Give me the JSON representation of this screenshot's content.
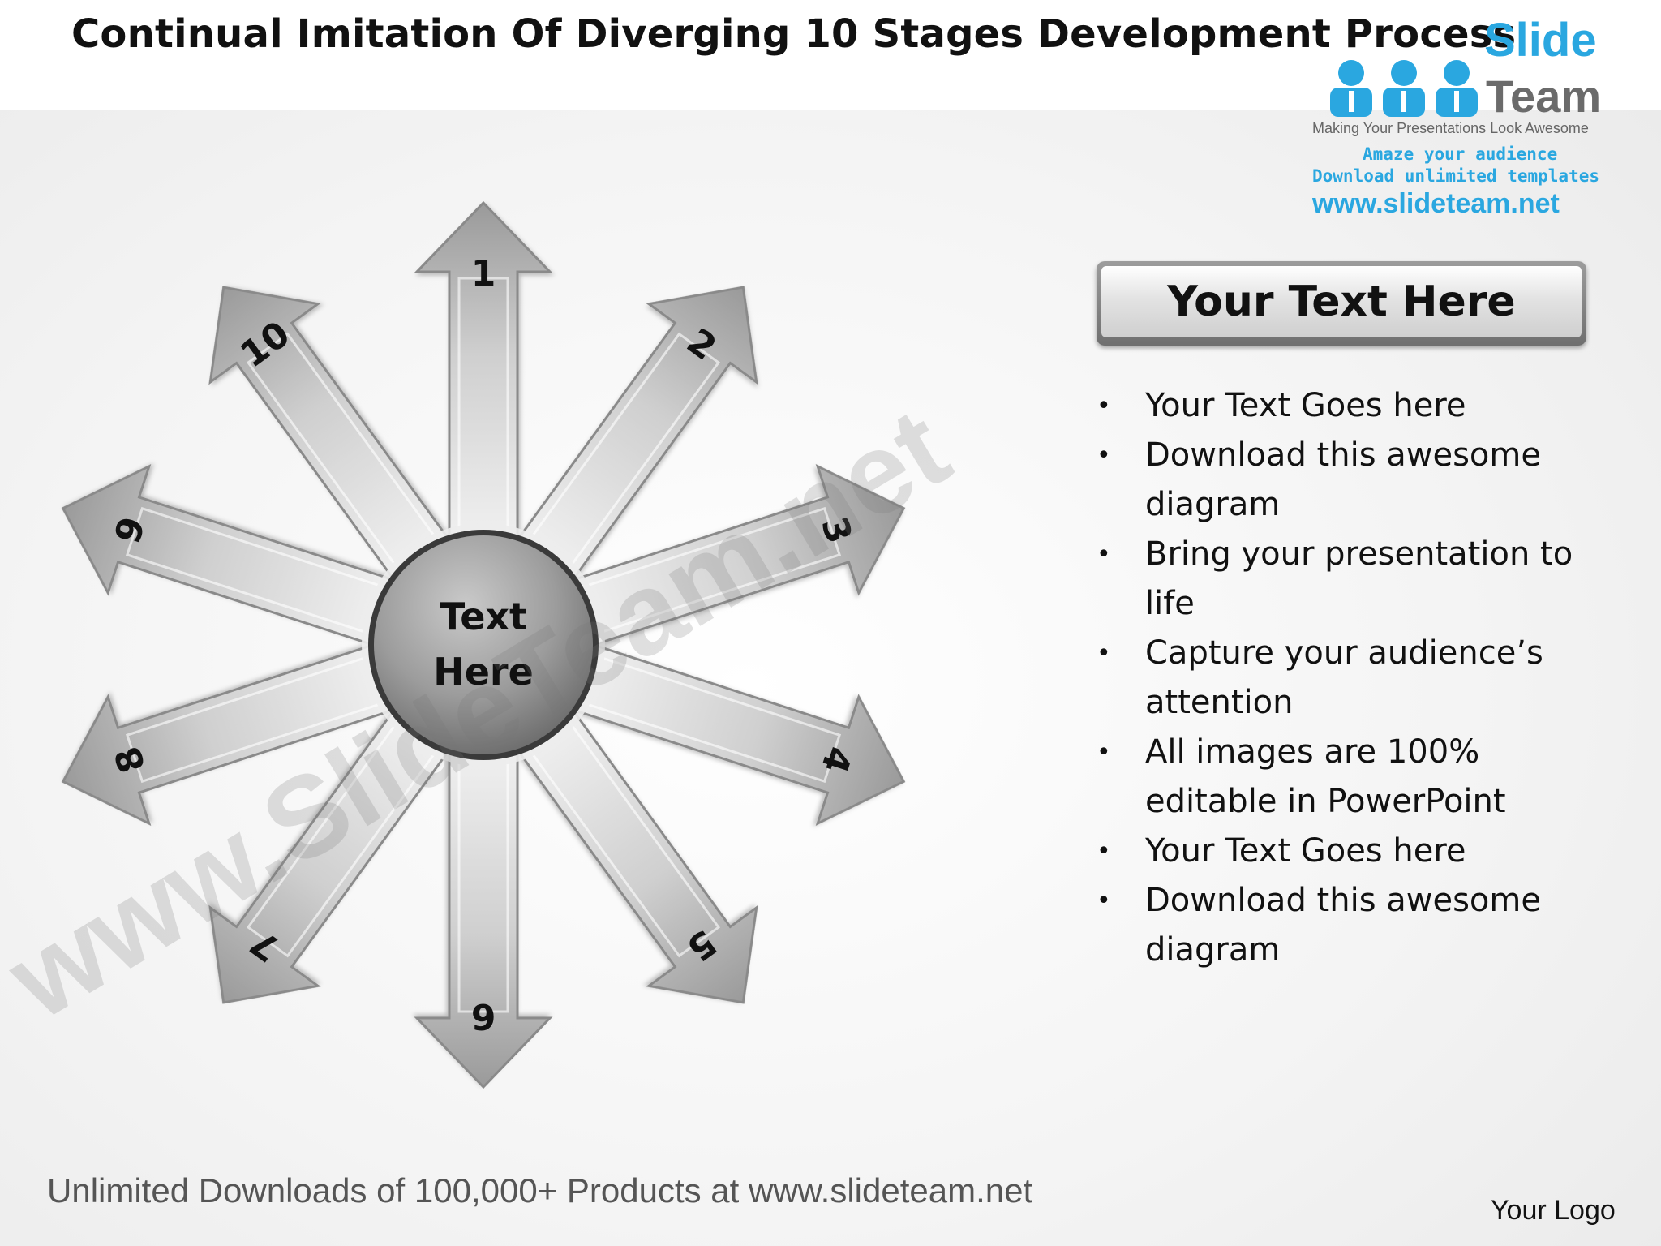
{
  "slide": {
    "title": "Continual Imitation Of Diverging 10 Stages Development Process"
  },
  "brand": {
    "name": "Slide",
    "team": "Team",
    "tagline": "Making Your Presentations Look Awesome",
    "line1": "Amaze your audience",
    "line2": "Download unlimited templates",
    "url": "www.slideteam.net"
  },
  "diagram": {
    "center_line1": "Text",
    "center_line2": "Here",
    "stages": [
      {
        "label": "1",
        "angle": 0
      },
      {
        "label": "2",
        "angle": 36
      },
      {
        "label": "3",
        "angle": 72
      },
      {
        "label": "4",
        "angle": 108
      },
      {
        "label": "5",
        "angle": 144
      },
      {
        "label": "6",
        "angle": 180
      },
      {
        "label": "7",
        "angle": 216
      },
      {
        "label": "8",
        "angle": 252
      },
      {
        "label": "9",
        "angle": 288
      },
      {
        "label": "10",
        "angle": 324
      }
    ]
  },
  "panel": {
    "heading": "Your Text Here",
    "bullets": [
      "Your Text Goes here",
      "Download this awesome diagram",
      "Bring your presentation to life",
      "Capture your audience’s attention",
      "All images are 100% editable in PowerPoint",
      "Your Text Goes here",
      "Download this awesome diagram"
    ]
  },
  "footer": {
    "text": "Unlimited Downloads of 100,000+ Products at www.slideteam.net",
    "logo": "Your Logo"
  },
  "watermark": "www.SlideTeam.net",
  "colors": {
    "accent": "#2aa7e0",
    "arrow_dark": "#8e8e8e",
    "arrow_light": "#e4e4e4"
  }
}
